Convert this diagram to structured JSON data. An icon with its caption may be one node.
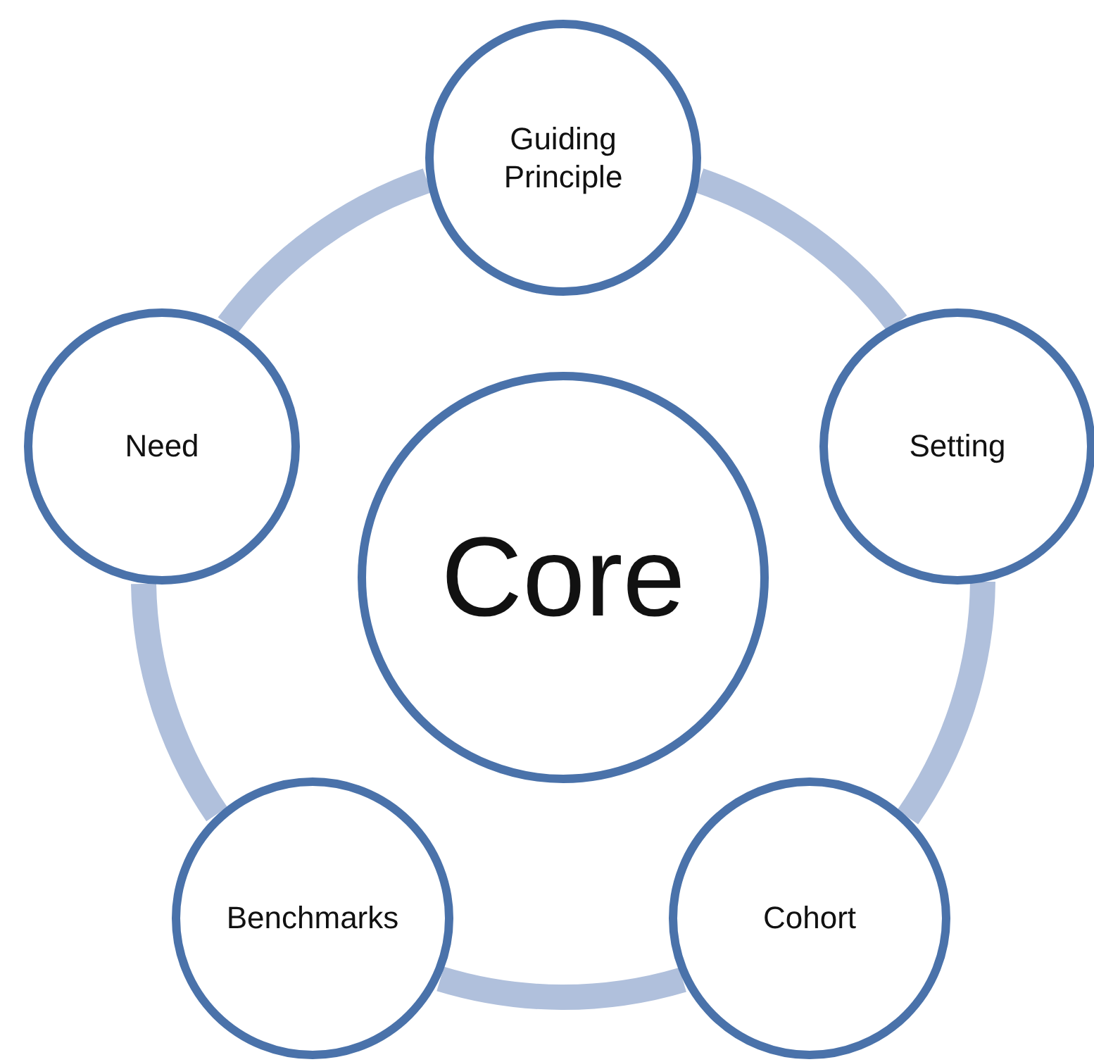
{
  "diagram": {
    "nodes": [
      {
        "text": [
          "Guiding Principle"
        ]
      },
      {
        "text": [
          "Need"
        ]
      },
      {
        "text": [
          "Setting"
        ]
      },
      {
        "text": [
          "Core"
        ]
      },
      {
        "text": [
          "Benchmarks"
        ]
      },
      {
        "text": [
          "Cohort"
        ]
      }
    ],
    "edges": [
      {
        "from": 0,
        "to": 2,
        "arrow": "none"
      },
      {
        "from": 2,
        "to": 5,
        "arrow": "none"
      },
      {
        "from": 5,
        "to": 4,
        "arrow": "none"
      },
      {
        "from": 4,
        "to": 1,
        "arrow": "none"
      },
      {
        "from": 1,
        "to": 0,
        "arrow": "none"
      }
    ]
  }
}
